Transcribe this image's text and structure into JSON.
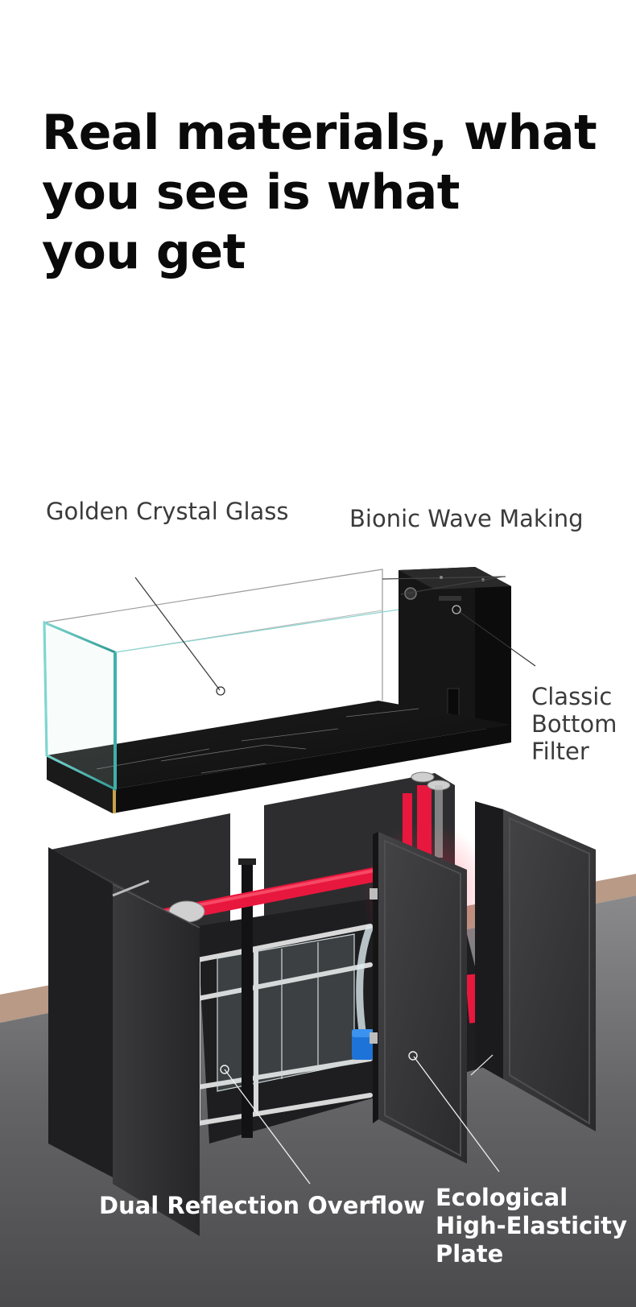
{
  "headline": {
    "lines": [
      "Real materials, what",
      "you see is what",
      "you get"
    ]
  },
  "callouts": {
    "golden_crystal_glass": "Golden Crystal Glass",
    "bionic_wave_making": "Bionic Wave Making",
    "classic_bottom_filter": [
      "Classic",
      "Bottom",
      "Filter"
    ],
    "dual_reflection_overflow": "Dual Reflection Overflow",
    "ecological_plate": [
      "Ecological",
      "High-Elasticity",
      "Plate"
    ]
  },
  "colors": {
    "background": "#ffffff",
    "headline": "#0a0a0a",
    "label_dark": "#3b3b3b",
    "label_light": "#ffffff",
    "cabinet": "#2a2a2c",
    "pipe_red": "#e8173e",
    "floor": "#5a5a5c",
    "wall_trim": "#b89a86"
  }
}
